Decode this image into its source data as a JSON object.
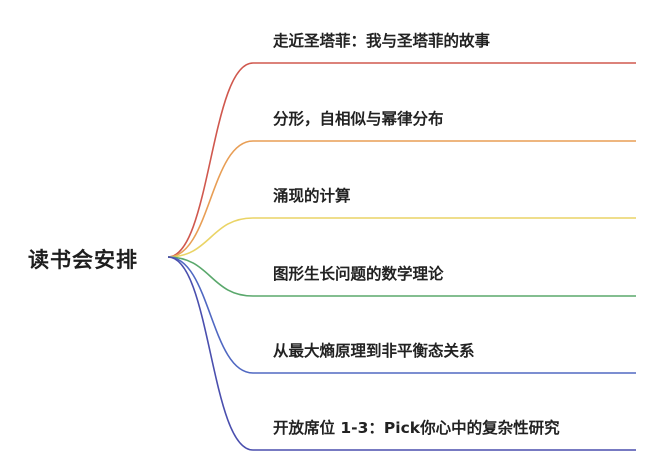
{
  "root": {
    "label": "读书会安排"
  },
  "branches": [
    {
      "label": "走近圣塔菲：我与圣塔菲的故事",
      "color": "#d0584e"
    },
    {
      "label": "分形，自相似与幂律分布",
      "color": "#e89e55"
    },
    {
      "label": "涌现的计算",
      "color": "#ead466"
    },
    {
      "label": "图形生长问题的数学理论",
      "color": "#5aa86c"
    },
    {
      "label": "从最大熵原理到非平衡态关系",
      "color": "#5068c2"
    },
    {
      "label": "开放席位 1-3：Pick你心中的复杂性研究",
      "color": "#4a4fae"
    }
  ]
}
